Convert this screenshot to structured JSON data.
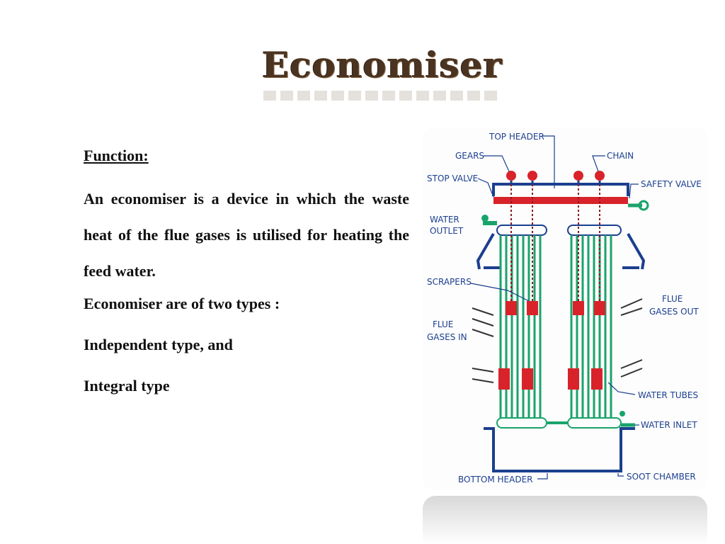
{
  "title": "Economiser",
  "content": {
    "heading": "Function:",
    "definition": "An economiser is a device in which the waste heat of the flue gases is utilised for heating the feed water.",
    "types_intro": "Economiser are of two types :",
    "type_1": "Independent type, and",
    "type_2": "Integral type"
  },
  "diagram": {
    "labels": {
      "top_header": "TOP HEADER",
      "gears": "GEARS",
      "chain": "CHAIN",
      "stop_valve": "STOP VALVE",
      "safety_valve": "SAFETY VALVE",
      "water_outlet_1": "WATER",
      "water_outlet_2": "OUTLET",
      "scrapers": "SCRAPERS",
      "flue_in_1": "FLUE",
      "flue_in_2": "GASES IN",
      "flue_out_1": "FLUE",
      "flue_out_2": "GASES OUT",
      "water_tubes": "WATER TUBES",
      "water_inlet": "WATER INLET",
      "bottom_header": "BOTTOM HEADER",
      "soot_chamber": "SOOT CHAMBER"
    },
    "colors": {
      "frame": "#1b3f8f",
      "tubes": "#1aa36b",
      "scrapers": "#d8232a",
      "chain": "#8c1a1a",
      "label": "#1b3f8f"
    }
  }
}
